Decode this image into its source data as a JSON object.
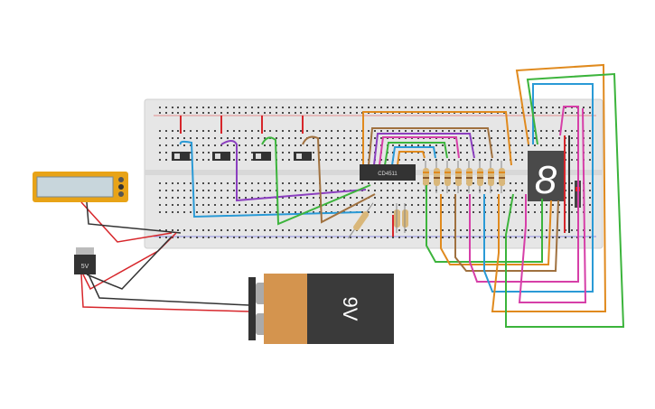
{
  "components": {
    "chip": {
      "label": "CD4511"
    },
    "regulator": {
      "label": "5V"
    },
    "battery": {
      "label": "9V"
    },
    "seven_segment": {
      "digit": "8"
    }
  },
  "colors": {
    "breadboard": "#e6e6e6",
    "battery_body": "#3a3a3a",
    "battery_label": "#d4944e",
    "display_body": "#4a4a4a",
    "multimeter": "#e8a317",
    "wire_red": "#d7262b",
    "wire_black": "#333333",
    "wire_orange": "#e08a1e",
    "wire_blue": "#2a9ad6",
    "wire_green": "#3cb43c",
    "wire_purple": "#8b3fbf",
    "wire_pink": "#d63fa8",
    "wire_brown": "#a0713f"
  }
}
